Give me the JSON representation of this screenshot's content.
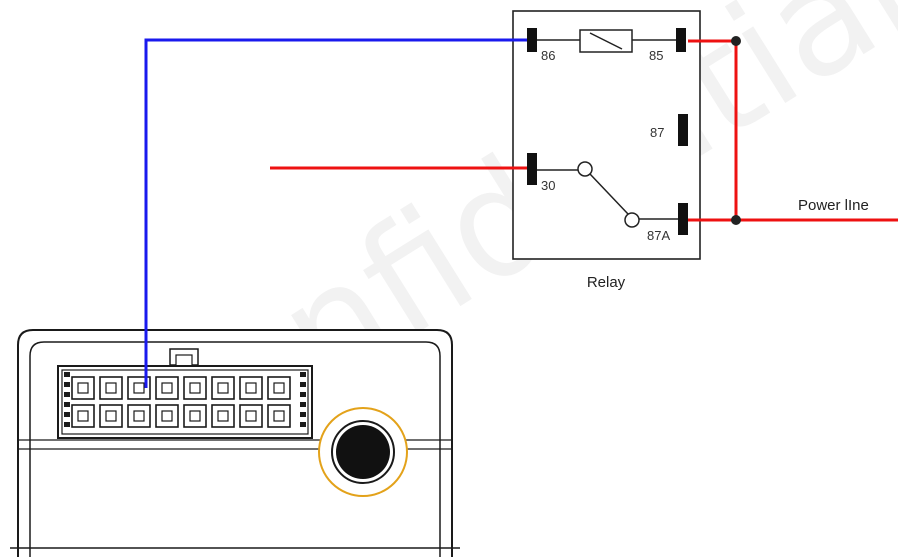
{
  "watermark": "Confidential",
  "relay": {
    "caption": "Relay",
    "pins": {
      "p86": "86",
      "p85": "85",
      "p87": "87",
      "p30": "30",
      "p87a": "87A"
    }
  },
  "power_line_label": "Power lIne",
  "colors": {
    "blue_wire": "#1a1aee",
    "red_wire": "#ee1111",
    "device_outline": "#1a1a1a",
    "button_ring": "#e3a21a"
  },
  "connector": {
    "rows": 2,
    "columns": 8,
    "wired_pin": "top-row-3"
  }
}
